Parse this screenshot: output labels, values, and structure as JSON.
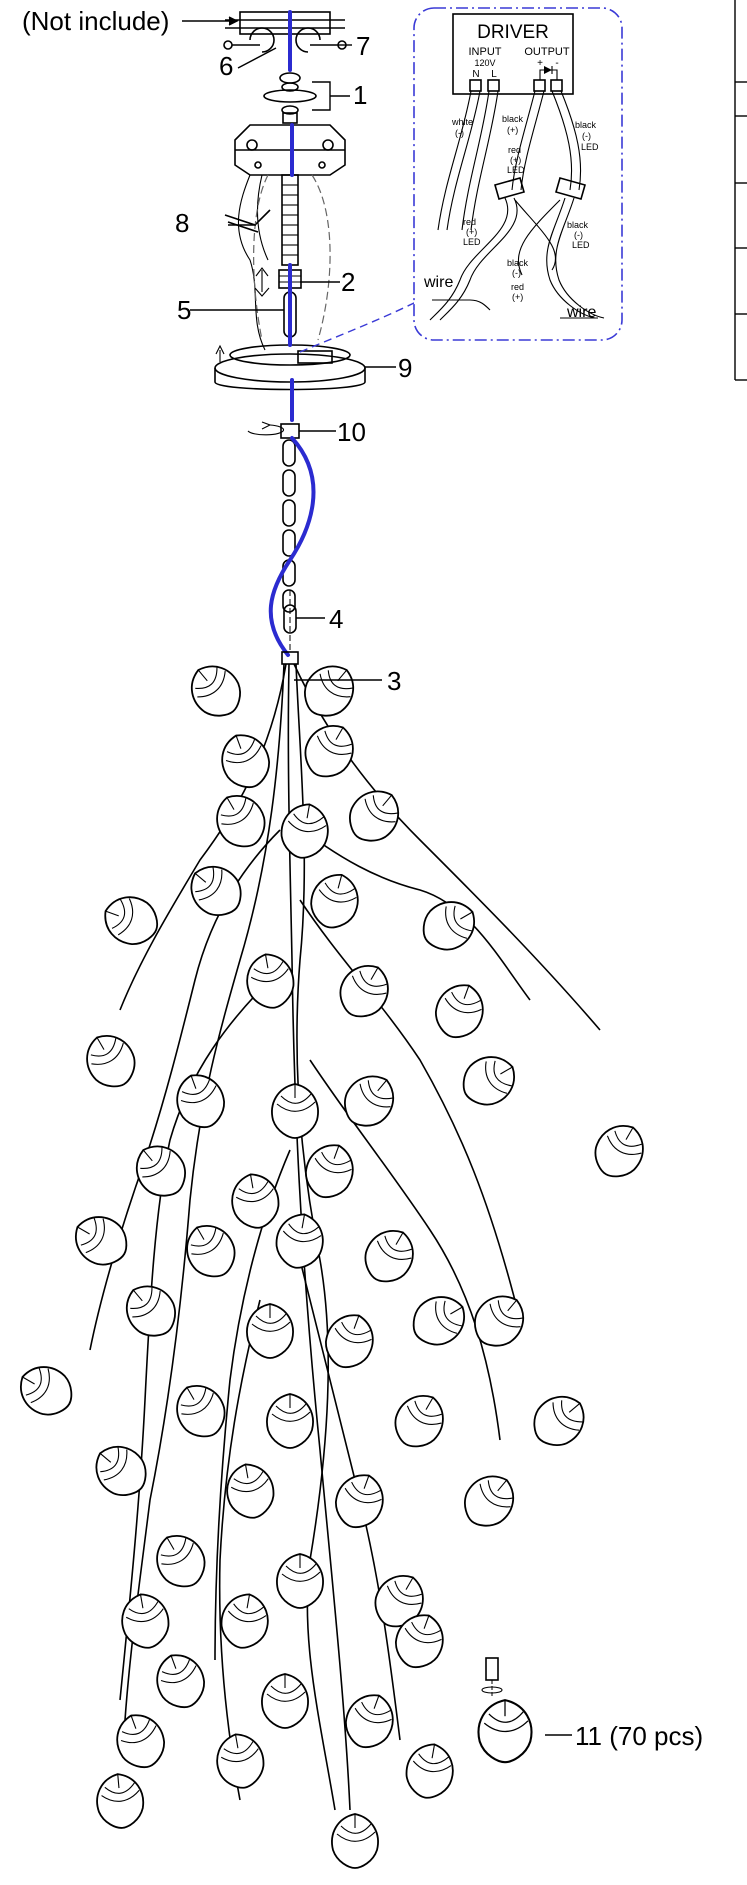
{
  "callouts": {
    "not_include": "(Not include)",
    "c1": "1",
    "c2": "2",
    "c3": "3",
    "c4": "4",
    "c5": "5",
    "c6": "6",
    "c7": "7",
    "c8": "8",
    "c9": "9",
    "c10": "10",
    "c11": "11 (70 pcs)"
  },
  "driver": {
    "title": "DRIVER",
    "input": "INPUT",
    "output": "OUTPUT",
    "voltage": "120V",
    "n": "N",
    "l": "L",
    "plus": "+",
    "minus": "-",
    "labels": {
      "white_neg": [
        "white",
        "(-)"
      ],
      "black_pos": [
        "black",
        "(+)"
      ],
      "red_pos_led_top": [
        "red",
        "(+)",
        "LED"
      ],
      "black_neg_led_top": [
        "black",
        "(-)",
        "LED"
      ],
      "red_pos_led_mid": [
        "red",
        "(+)",
        "LED"
      ],
      "black_neg_led_mid": [
        "black",
        "(-)",
        "LED"
      ],
      "black_neg": [
        "black",
        "(-)"
      ],
      "red_pos": [
        "red",
        "(+)"
      ],
      "wire_left": "wire",
      "wire_right": "wire"
    }
  },
  "colors": {
    "wire": "#2b2bd0",
    "panel_border": "#3a3ad6",
    "line": "#000000"
  }
}
